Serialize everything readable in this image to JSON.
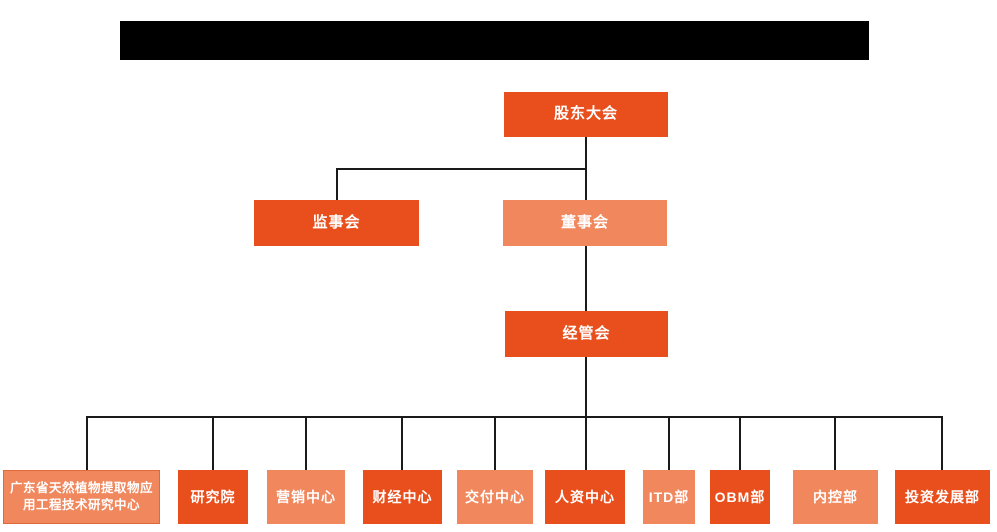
{
  "page": {
    "background_color": "#FFFFFF",
    "title_bar": {
      "state": "redacted",
      "color": "#000000"
    }
  },
  "colors": {
    "node_dark": "#E84F1D",
    "node_light": "#F0875D",
    "connector_line": "#1A1A1A",
    "node_text": "#FFFFFF"
  },
  "chart": {
    "type": "org-chart",
    "nodes": {
      "shareholders_meeting": {
        "label": "股东大会",
        "variant": "dark",
        "level": 1
      },
      "supervisory_board": {
        "label": "监事会",
        "variant": "dark",
        "level": 2
      },
      "board_of_directors": {
        "label": "董事会",
        "variant": "light",
        "level": 2
      },
      "management_committee": {
        "label": "经管会",
        "variant": "dark",
        "level": 3
      },
      "dept_research_center": {
        "label": "广东省天然植物提取物应\n用工程技术研究中心",
        "variant": "light",
        "level": 4
      },
      "dept_research_institute": {
        "label": "研究院",
        "variant": "dark",
        "level": 4
      },
      "dept_marketing": {
        "label": "营销中心",
        "variant": "light",
        "level": 4
      },
      "dept_finance": {
        "label": "财经中心",
        "variant": "dark",
        "level": 4
      },
      "dept_delivery": {
        "label": "交付中心",
        "variant": "light",
        "level": 4
      },
      "dept_hr": {
        "label": "人资中心",
        "variant": "dark",
        "level": 4
      },
      "dept_itd": {
        "label": "ITD部",
        "variant": "light",
        "level": 4
      },
      "dept_obm": {
        "label": "OBM部",
        "variant": "dark",
        "level": 4
      },
      "dept_internal_control": {
        "label": "内控部",
        "variant": "light",
        "level": 4
      },
      "dept_investment_development": {
        "label": "投资发展部",
        "variant": "dark",
        "level": 4
      }
    },
    "edges": [
      {
        "from": "shareholders_meeting",
        "to": "supervisory_board"
      },
      {
        "from": "shareholders_meeting",
        "to": "board_of_directors"
      },
      {
        "from": "board_of_directors",
        "to": "management_committee"
      },
      {
        "from": "management_committee",
        "to": "dept_research_center"
      },
      {
        "from": "management_committee",
        "to": "dept_research_institute"
      },
      {
        "from": "management_committee",
        "to": "dept_marketing"
      },
      {
        "from": "management_committee",
        "to": "dept_finance"
      },
      {
        "from": "management_committee",
        "to": "dept_delivery"
      },
      {
        "from": "management_committee",
        "to": "dept_hr"
      },
      {
        "from": "management_committee",
        "to": "dept_itd"
      },
      {
        "from": "management_committee",
        "to": "dept_obm"
      },
      {
        "from": "management_committee",
        "to": "dept_internal_control"
      },
      {
        "from": "management_committee",
        "to": "dept_investment_development"
      }
    ]
  }
}
